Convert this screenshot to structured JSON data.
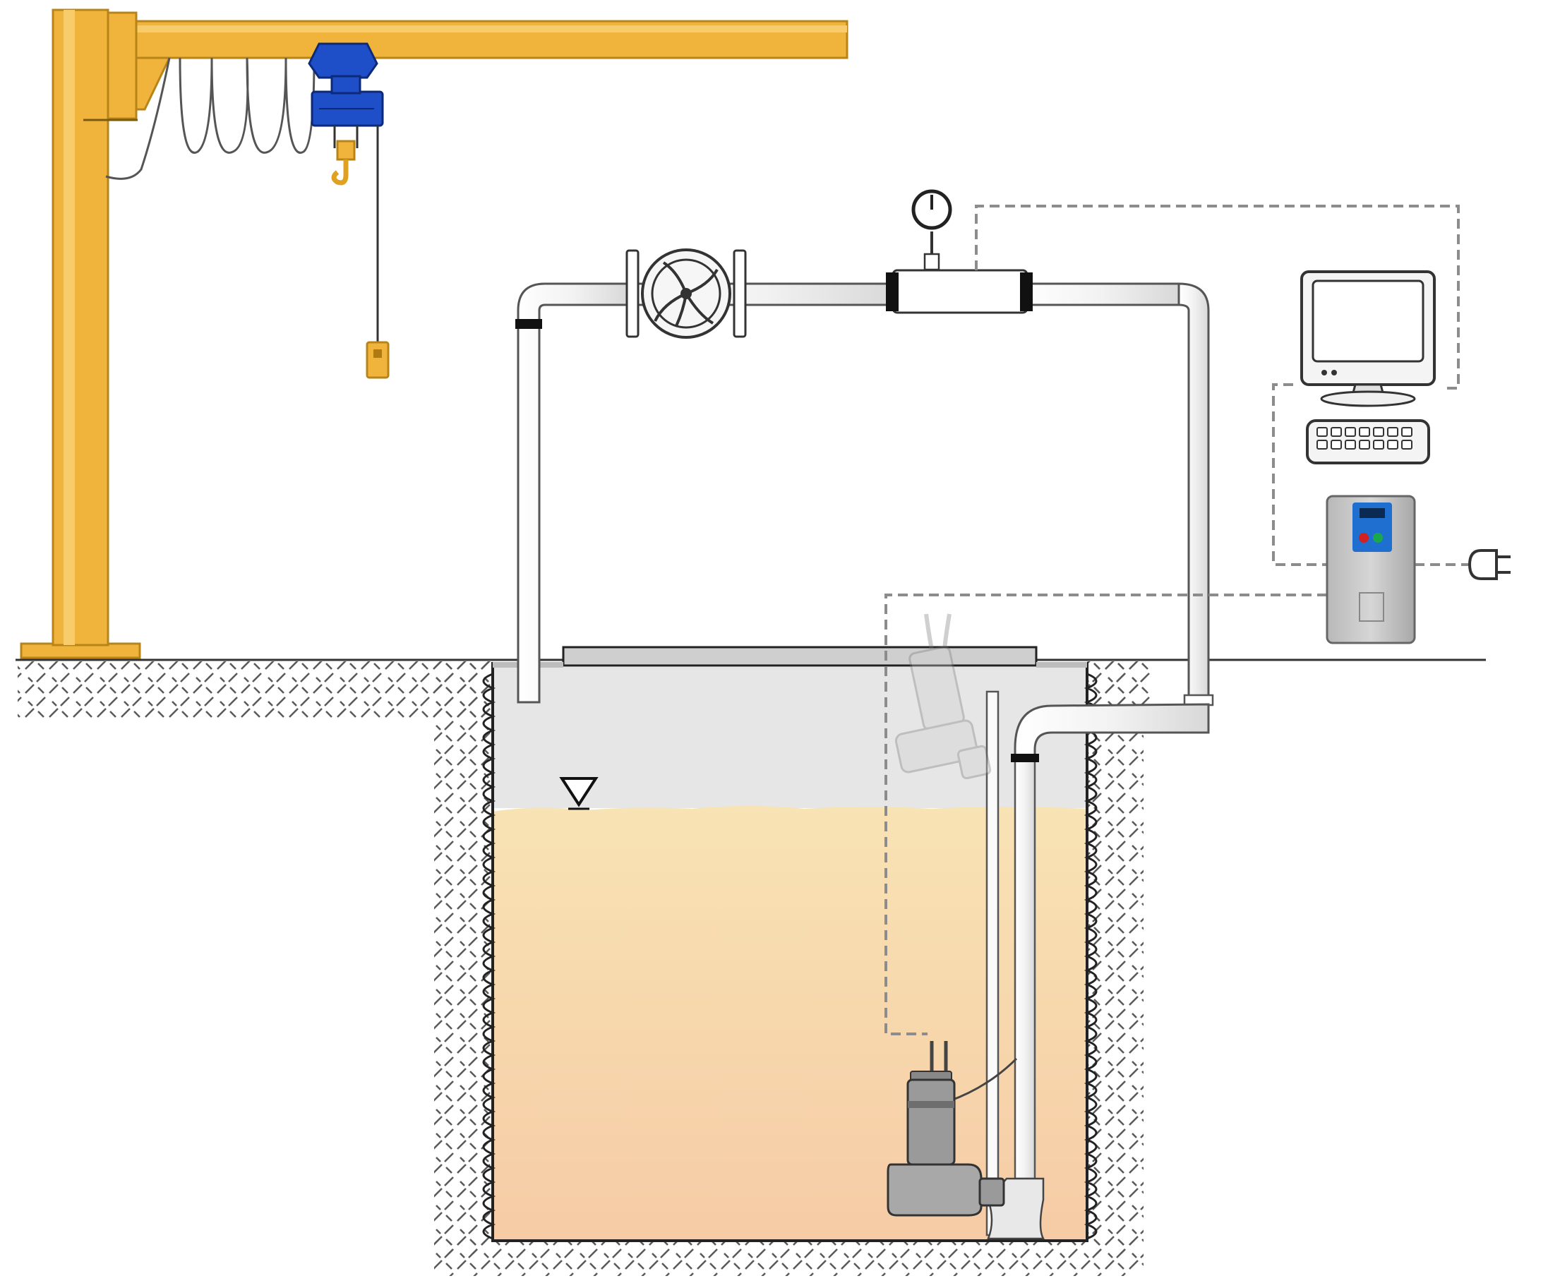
{
  "diagram": {
    "kind": "submersible-pump-test-well-schematic",
    "labels": [],
    "components": [
      {
        "id": "jib-crane",
        "icon": "jib-crane-icon"
      },
      {
        "id": "electric-hoist",
        "icon": "hoist-icon"
      },
      {
        "id": "pendant-control",
        "icon": "pendant-icon"
      },
      {
        "id": "gate-valve",
        "icon": "valve-wheel-icon"
      },
      {
        "id": "pressure-gauge",
        "icon": "gauge-icon"
      },
      {
        "id": "flow-meter",
        "icon": "flowmeter-icon"
      },
      {
        "id": "computer",
        "icon": "monitor-icon"
      },
      {
        "id": "keyboard",
        "icon": "keyboard-icon"
      },
      {
        "id": "frequency-inverter",
        "icon": "inverter-icon"
      },
      {
        "id": "power-plug",
        "icon": "plug-icon"
      },
      {
        "id": "wet-well",
        "icon": "tank-icon"
      },
      {
        "id": "water-level-marker",
        "icon": "water-level-triangle-icon"
      },
      {
        "id": "submersible-pump",
        "icon": "pump-icon"
      },
      {
        "id": "pump-raised-position",
        "icon": "pump-ghost-icon"
      }
    ],
    "colors": {
      "crane": "#F0B43C",
      "crane_edge": "#B88418",
      "hoist": "#1E4FC8",
      "pipe": "#FFFFFF",
      "pipe_edge": "#555555",
      "signal_line": "#8C8C8C",
      "water_top": "#F8DFA8",
      "water_bottom": "#F7CFA6",
      "air_in_well": "#E6E6E6",
      "ground_hatch": "#555555",
      "inverter_screen": "#1E6FD0"
    }
  }
}
